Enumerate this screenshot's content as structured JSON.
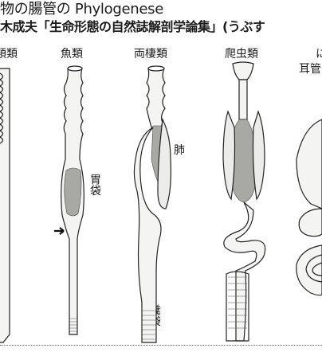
{
  "header": {
    "title": "物の腸管の Phylogenese",
    "subtitle": "木成夫「生命形態の自然誌解剖学論集」(うぶす"
  },
  "columns": {
    "c0": "類類",
    "c1": "魚類",
    "c2": "両棲類",
    "c3": "爬虫類",
    "c4": "に"
  },
  "labels": {
    "stomach": "胃袋",
    "lung": "肺",
    "feces_sac": "糞袋",
    "ear_tube": "耳管"
  },
  "colors": {
    "line": "#222222",
    "fill": "#f4f4f2",
    "shade": "#9a9a96"
  }
}
